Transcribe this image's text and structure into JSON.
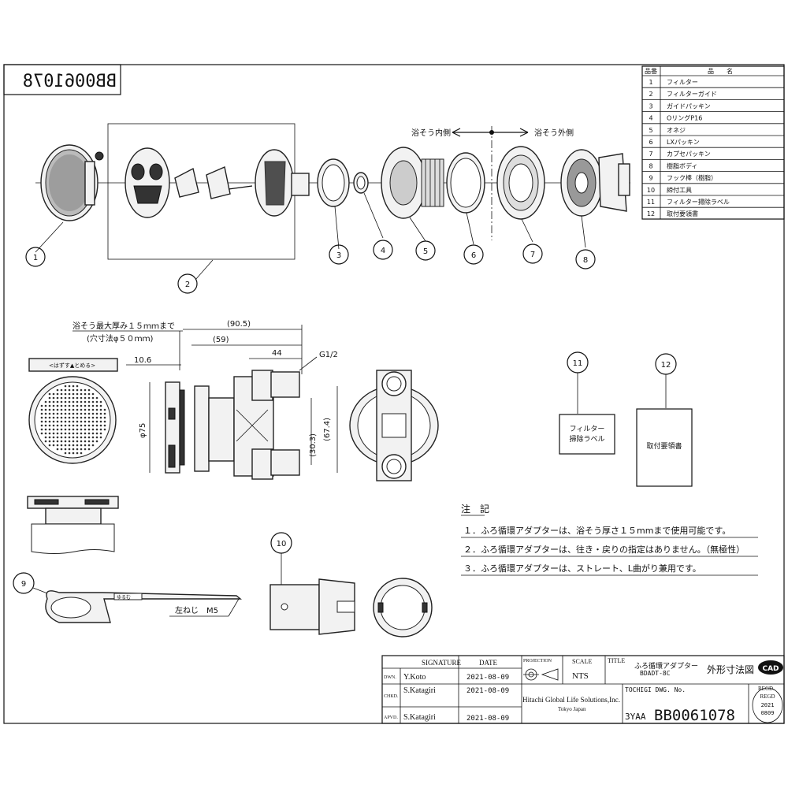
{
  "drawing_number_mirrored": "BB0061078",
  "parts_table": {
    "header_no": "品番",
    "header_name": "品　　名",
    "rows": [
      {
        "no": "1",
        "name": "フィルター"
      },
      {
        "no": "2",
        "name": "フィルターガイド"
      },
      {
        "no": "3",
        "name": "ガイドパッキン"
      },
      {
        "no": "4",
        "name": "OリングP16"
      },
      {
        "no": "5",
        "name": "オネジ"
      },
      {
        "no": "6",
        "name": "LXパッキン"
      },
      {
        "no": "7",
        "name": "カプセパッキン"
      },
      {
        "no": "8",
        "name": "樹脂ボディ"
      },
      {
        "no": "9",
        "name": "フック棒（樹脂）"
      },
      {
        "no": "10",
        "name": "締付工具"
      },
      {
        "no": "11",
        "name": "フィルター掃除ラベル"
      },
      {
        "no": "12",
        "name": "取付要領書"
      }
    ]
  },
  "exploded_view": {
    "inner_label": "浴そう内側",
    "outer_label": "浴そう外側",
    "balloons": [
      "1",
      "2",
      "3",
      "4",
      "5",
      "6",
      "7",
      "8"
    ]
  },
  "dimensions": {
    "note_top": "浴そう最大厚み１５ｍｍまで",
    "note_hole": "(穴寸法φ５０ｍｍ)",
    "d_90_5": "(90.5)",
    "d_59": "(59)",
    "d_44": "44",
    "d_10_6": "10.6",
    "thread": "G1/2",
    "phi75": "φ75",
    "d_30_3": "(30.3)",
    "d_67_4": "(67.4)",
    "strip_label": "<はずす▲とめる>"
  },
  "items": {
    "balloon_11": "11",
    "balloon_12": "12",
    "label_11_line1": "フィルター",
    "label_11_line2": "掃除ラベル",
    "label_12": "取付要領書",
    "balloon_9": "9",
    "balloon_10": "10",
    "hook_text": "左ねじ　M5",
    "hook_small_text": "ゆるむ"
  },
  "notes": {
    "title": "注　記",
    "lines": [
      "１．ふろ循環アダプターは、浴そう厚さ１５mmまで使用可能です。",
      "２．ふろ循環アダプターは、往き・戻りの指定はありません。（無極性）",
      "３．ふろ循環アダプターは、ストレート、L曲がり兼用です。"
    ]
  },
  "title_block": {
    "signature_header": "SIGNATURE",
    "date_header": "DATE",
    "projection_header": "PROJECTION",
    "scale_header": "SCALE",
    "title_header": "TITLE",
    "dwn_label": "DWN.",
    "dwn_name": "Y.Koto",
    "dwn_date": "2021-08-09",
    "chkd_label": "CHKD.",
    "chkd_name": "S.Katagiri",
    "chkd_date": "2021-08-09",
    "apvd_label": "APVD.",
    "apvd_name": "S.Katagiri",
    "apvd_date": "2021-08-09",
    "scale": "NTS",
    "product_name": "ふろ循環アダプター",
    "product_code": "BDADT-8C",
    "drawing_type": "外形寸法図",
    "cad_badge": "CAD",
    "company": "Hitachi Global Life Solutions,Inc.",
    "company_city": "Tokyo Japan",
    "tochigi_label": "TOCHIGI DWG. No.",
    "dwg_prefix": "3YAA",
    "dwg_no": "BB0061078",
    "regd_label": "REGD.",
    "regd_inner": "REGD",
    "regd_year": "2021",
    "regd_date": "0809"
  }
}
